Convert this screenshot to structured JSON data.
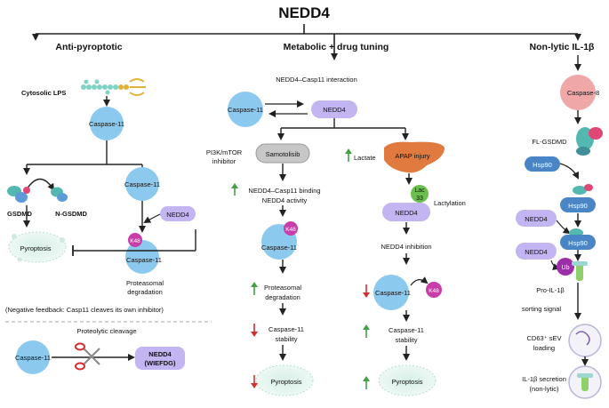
{
  "title": "NEDD4",
  "sections": {
    "left": "Anti-pyroptotic",
    "middle": "Metabolic + drug tuning",
    "right": "Non-lytic IL-1β"
  },
  "left": {
    "cytosolic_lps": "Cytosolic LPS",
    "caspase11_top": "Caspase-11",
    "gsdmd": "GSDMD",
    "n_gsdmd": "N-GSDMD",
    "pyroptosis": "Pyroptosis",
    "caspase11_right": "Caspase-11",
    "nedd4": "NEDD4",
    "k48": "K48",
    "caspase11_k48": "Caspase-11",
    "proteasomal_1": "Proteasomal",
    "proteasomal_2": "degradation",
    "negative_feedback": "(Negative feedback: Casp11 cleaves its own inhibitor)",
    "proteolytic": "Proteolytic cleavage",
    "caspase11_bottom": "Caspase-11",
    "nedd4_wiefdg_1": "NEDD4",
    "nedd4_wiefdg_2": "(WIEFDG)"
  },
  "middle": {
    "interaction": "NEDD4–Casp11 interaction",
    "caspase11": "Caspase-11",
    "nedd4": "NEDD4",
    "pi3k_1": "PI3K/mTOR",
    "pi3k_2": "inhibitor",
    "samotolisib": "Samotolisib",
    "binding_1": "NEDD4–Casp11 binding",
    "binding_2": "NEDD4 activity",
    "k48": "K48",
    "caspase11_k48": "Caspase-11",
    "proteasomal_1": "Proteasomal",
    "proteasomal_2": "degradation",
    "stability_1": "Caspase-11",
    "stability_2": "stability",
    "pyroptosis": "Pyroptosis",
    "lactate": "Lactate",
    "apap": "APAP injury",
    "lac_1": "Lac",
    "lac_2": "33",
    "nedd4_lac": "NEDD4",
    "lactylation": "Lactylation",
    "inhibition": "NEDD4 inhibition",
    "caspase11_r": "Caspase-11",
    "k48_r": "K48",
    "stability_r_1": "Caspase-11",
    "stability_r_2": "stability",
    "pyroptosis_r": "Pyroptosis"
  },
  "right": {
    "caspase8": "Caspase-8",
    "fl_gsdmd": "FL-GSDMD",
    "hsp90_1": "Hsp90",
    "hsp90_2": "Hsp90",
    "nedd4_1": "NEDD4",
    "hsp90_3": "Hsp90",
    "nedd4_2": "NEDD4",
    "ub": "Ub",
    "pro_il1b": "Pro-IL-1β",
    "sorting": "sorting signal",
    "cd63_1": "CD63⁺ sEV",
    "cd63_2": "loading",
    "secretion_1": "IL-1β secretion",
    "secretion_2": "(non-lytic)"
  },
  "colors": {
    "caspase": "#8cc9ef",
    "nedd4": "#c3b4f2",
    "k48": "#c83ea8",
    "hsp90": "#4a86c6",
    "caspase8": "#f0a7a7",
    "up_arrow": "#43a047",
    "down_arrow": "#d32f2f",
    "liver": "#e07a3f",
    "lac": "#6bbf4e"
  }
}
